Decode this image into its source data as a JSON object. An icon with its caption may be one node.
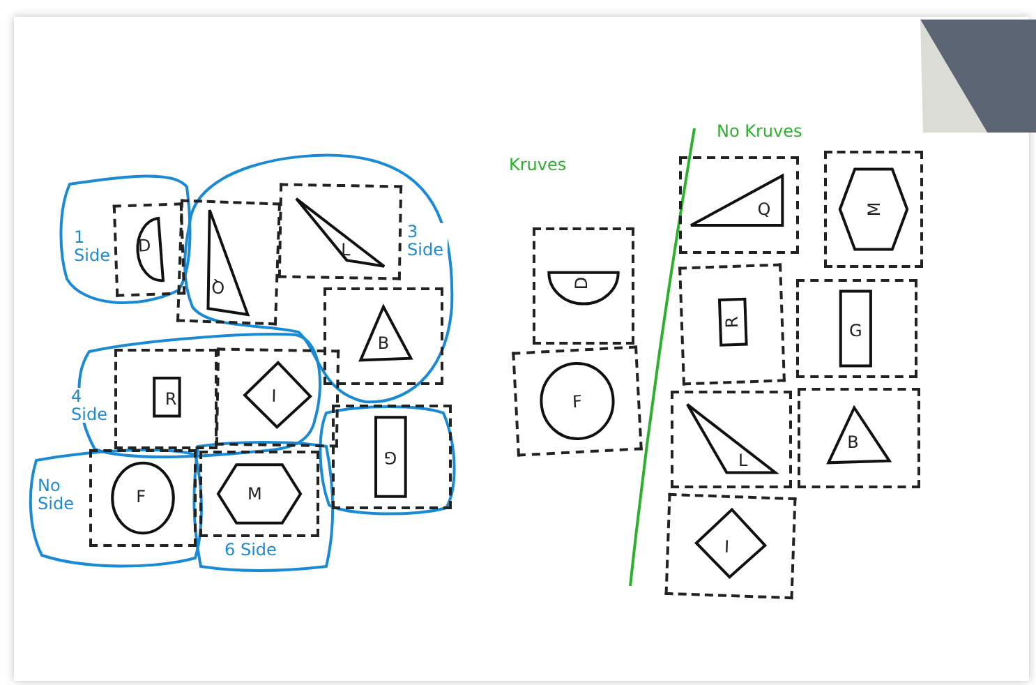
{
  "diagram": {
    "nodes": [
      {
        "text": [
          "D"
        ]
      },
      {
        "text": [
          "Q"
        ]
      },
      {
        "text": [
          "L"
        ]
      },
      {
        "text": [
          "B"
        ]
      },
      {
        "text": [
          "R"
        ]
      },
      {
        "text": [
          "I"
        ]
      },
      {
        "text": [
          "G"
        ]
      },
      {
        "text": [
          "F"
        ]
      },
      {
        "text": [
          "M"
        ]
      },
      {
        "text": [
          "D"
        ]
      },
      {
        "text": [
          "F"
        ]
      },
      {
        "text": [
          "Q"
        ]
      },
      {
        "text": [
          "M"
        ]
      },
      {
        "text": [
          "R"
        ]
      },
      {
        "text": [
          "G"
        ]
      },
      {
        "text": [
          "L"
        ]
      },
      {
        "text": [
          "B"
        ]
      },
      {
        "text": [
          "I"
        ]
      }
    ],
    "edges": [],
    "labels": [
      "No Kruves",
      "Kruves",
      "1 Side",
      "3 Side",
      "4 Side",
      "6 Side",
      "No Side"
    ]
  }
}
